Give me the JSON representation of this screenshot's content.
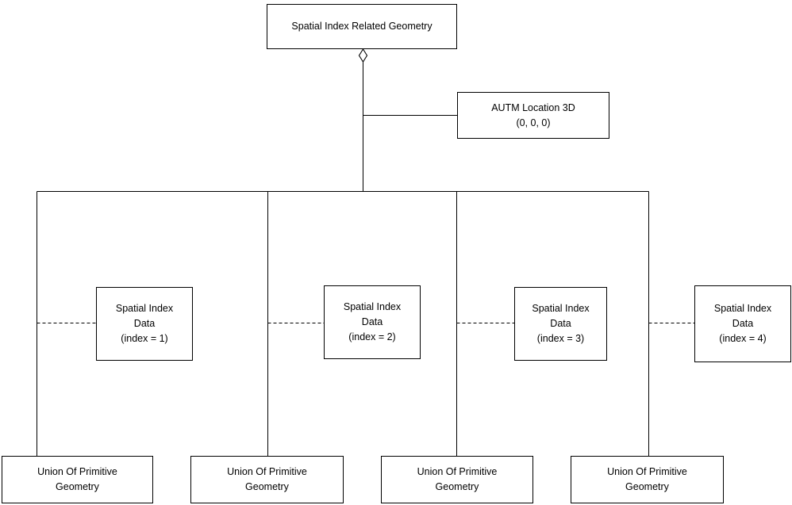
{
  "diagram": {
    "type": "uml-aggregation-tree",
    "title_node": {
      "label": "Spatial Index Related Geometry"
    },
    "location_node": {
      "label": "AUTM Location 3D",
      "value": "(0, 0, 0)"
    },
    "index_nodes": [
      {
        "label_line1": "Spatial Index",
        "label_line2": "Data",
        "label_line3": "(index = 1)"
      },
      {
        "label_line1": "Spatial Index",
        "label_line2": "Data",
        "label_line3": "(index = 2)"
      },
      {
        "label_line1": "Spatial Index",
        "label_line2": "Data",
        "label_line3": "(index = 3)"
      },
      {
        "label_line1": "Spatial Index",
        "label_line2": "Data",
        "label_line3": "(index = 4)"
      }
    ],
    "union_nodes": [
      {
        "label_line1": "Union Of Primitive",
        "label_line2": "Geometry"
      },
      {
        "label_line1": "Union Of Primitive",
        "label_line2": "Geometry"
      },
      {
        "label_line1": "Union Of Primitive",
        "label_line2": "Geometry"
      },
      {
        "label_line1": "Union Of Primitive",
        "label_line2": "Geometry"
      }
    ],
    "colors": {
      "stroke": "#000000",
      "fill": "#ffffff",
      "text": "#000000"
    }
  }
}
